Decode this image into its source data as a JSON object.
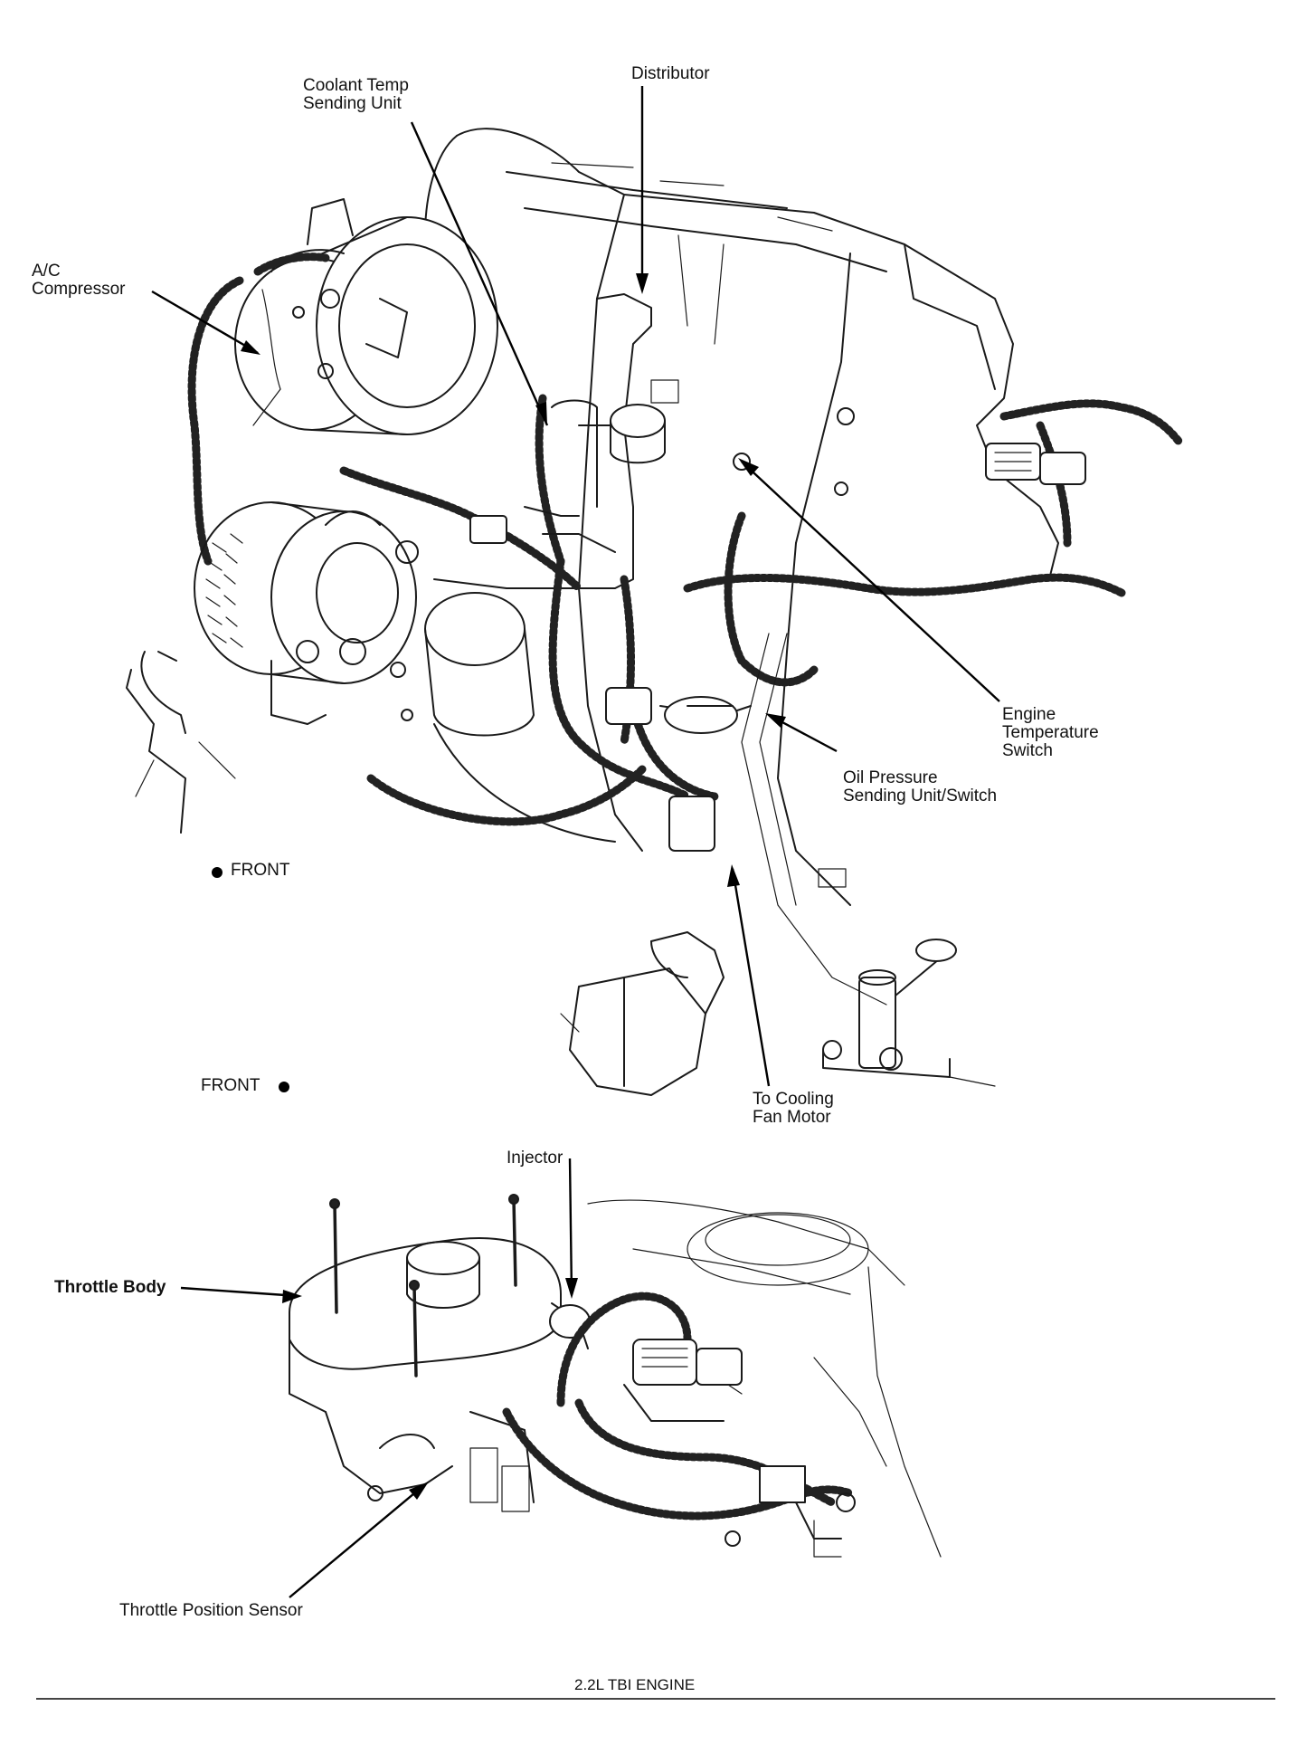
{
  "labels": {
    "coolant_temp": "Coolant Temp\nSending Unit",
    "distributor": "Distributor",
    "ac_compressor": "A/C\nCompressor",
    "engine_temp_switch": "Engine\nTemperature\nSwitch",
    "oil_pressure": "Oil Pressure\nSending Unit/Switch",
    "front_upper": "FRONT",
    "front_lower": "FRONT",
    "cooling_fan": "To Cooling\nFan Motor",
    "injector": "Injector",
    "throttle_body": "Throttle Body",
    "throttle_position_sensor": "Throttle Position Sensor"
  },
  "caption": "2.2L TBI ENGINE"
}
